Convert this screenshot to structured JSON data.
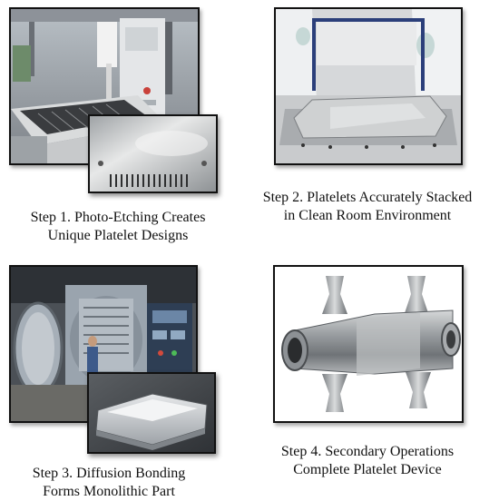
{
  "steps": [
    {
      "line1": "Step 1. Photo-Etching Creates",
      "line2": "Unique Platelet Designs"
    },
    {
      "line1": "Step 2. Platelets Accurately Stacked",
      "line2": "in Clean Room Environment"
    },
    {
      "line1": "Step 3. Diffusion Bonding",
      "line2": "Forms Monolithic Part"
    },
    {
      "line1": "Step 4. Secondary Operations",
      "line2": "Complete Platelet Device"
    }
  ]
}
